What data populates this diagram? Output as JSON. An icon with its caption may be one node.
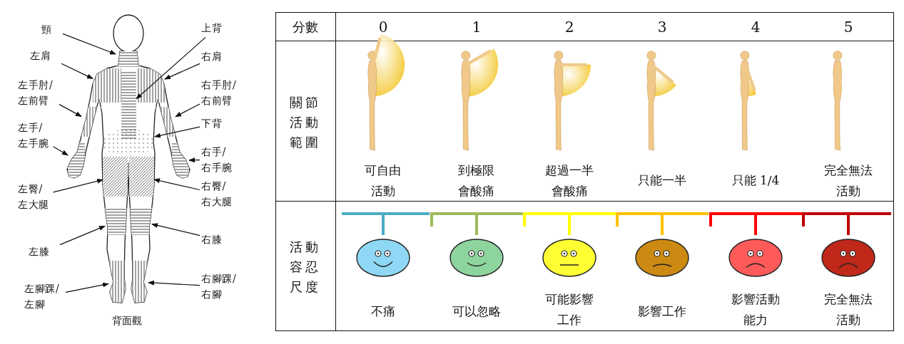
{
  "diagram": {
    "nodes": [
      {
        "text": [
          "頸"
        ]
      },
      {
        "text": [
          "上背"
        ]
      },
      {
        "text": [
          "左肩"
        ]
      },
      {
        "text": [
          "右肩"
        ]
      },
      {
        "text": [
          "左手肘/左前臂"
        ]
      },
      {
        "text": [
          "右手肘/右前臂"
        ]
      },
      {
        "text": [
          "下背"
        ]
      },
      {
        "text": [
          "左手/左手腕"
        ]
      },
      {
        "text": [
          "右手/右手腕"
        ]
      },
      {
        "text": [
          "左臀/左大腿"
        ]
      },
      {
        "text": [
          "右臀/右大腿"
        ]
      },
      {
        "text": [
          "右膝"
        ]
      },
      {
        "text": [
          "左膝"
        ]
      },
      {
        "text": [
          "右腳踝/右腳"
        ]
      },
      {
        "text": [
          "左腳踝/左腳"
        ]
      },
      {
        "text": [],
        "shape": "box"
      },
      {
        "text": [],
        "shape": "box"
      },
      {
        "text": [],
        "shape": "box"
      },
      {
        "text": [],
        "shape": "box"
      },
      {
        "text": [],
        "shape": "box"
      },
      {
        "text": [],
        "shape": "box"
      },
      {
        "text": [],
        "shape": "box"
      },
      {
        "text": [],
        "shape": "box"
      },
      {
        "text": [],
        "shape": "box"
      },
      {
        "text": [],
        "shape": "box"
      },
      {
        "text": [],
        "shape": "box"
      },
      {
        "text": [],
        "shape": "box"
      },
      {
        "text": [],
        "shape": "box"
      },
      {
        "text": [],
        "shape": "box"
      },
      {
        "text": [],
        "shape": "box"
      }
    ],
    "edges": [
      {
        "from": 0,
        "to": 15,
        "arrow": "to"
      },
      {
        "from": 1,
        "to": 18,
        "arrow": "to"
      },
      {
        "from": 2,
        "to": 16,
        "arrow": "to"
      },
      {
        "from": 3,
        "to": 17,
        "arrow": "to"
      },
      {
        "from": 4,
        "to": 19,
        "arrow": "to"
      },
      {
        "from": 5,
        "to": 20,
        "arrow": "to"
      },
      {
        "from": 6,
        "to": 21,
        "arrow": "to"
      },
      {
        "from": 7,
        "to": 22,
        "arrow": "to"
      },
      {
        "from": 8,
        "to": 23,
        "arrow": "to"
      },
      {
        "from": 9,
        "to": 24,
        "arrow": "to"
      },
      {
        "from": 10,
        "to": 25,
        "arrow": "to"
      },
      {
        "from": 11,
        "to": 27,
        "arrow": "to"
      },
      {
        "from": 12,
        "to": 26,
        "arrow": "to"
      },
      {
        "from": 13,
        "to": 29,
        "arrow": "to"
      },
      {
        "from": 14,
        "to": 28,
        "arrow": "to"
      }
    ],
    "labels": [
      "背面觀",
      "分數",
      "0",
      "1",
      "2",
      "3",
      "4",
      "5",
      "關節活動範圍",
      "可自由活動",
      "到極限會酸痛",
      "超過一半會酸痛",
      "只能一半",
      "只能 1/4",
      "完全無法活動",
      "活動容忍尺度",
      "不痛",
      "可以忽略",
      "可能影響工作",
      "影響工作",
      "影響活動能力",
      "完全無法活動"
    ]
  }
}
